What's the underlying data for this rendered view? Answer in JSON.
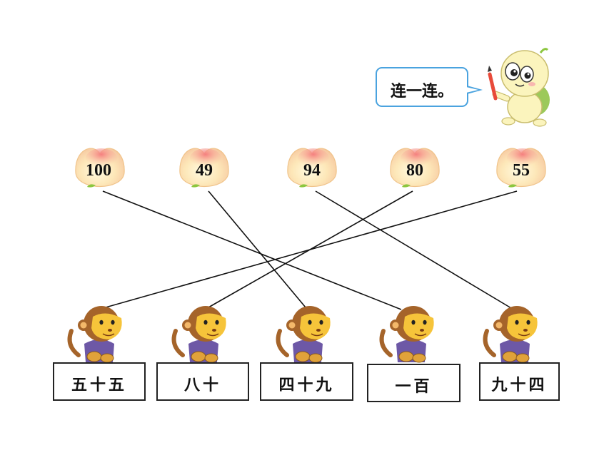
{
  "instruction": "连一连。",
  "peaches": [
    {
      "label": "100"
    },
    {
      "label": "49"
    },
    {
      "label": "94"
    },
    {
      "label": "80"
    },
    {
      "label": "55"
    }
  ],
  "words": [
    {
      "label": "五十五"
    },
    {
      "label": "八十"
    },
    {
      "label": "四十九"
    },
    {
      "label": "一百"
    },
    {
      "label": "九十四"
    }
  ],
  "connections": [
    {
      "peach": "100",
      "word": "一百"
    },
    {
      "peach": "49",
      "word": "四十九"
    },
    {
      "peach": "94",
      "word": "九十四"
    },
    {
      "peach": "80",
      "word": "八十"
    },
    {
      "peach": "55",
      "word": "五十五"
    }
  ],
  "colors": {
    "line": "#111111",
    "bubble_border": "#4aa3df",
    "peach_light": "#fff3c4",
    "peach_pink": "#f7a6a0",
    "leaf": "#8cc63f",
    "monkey_fur": "#a5642a",
    "monkey_face": "#f6c43a",
    "monkey_shirt": "#6d58a6",
    "mascot": "#fbf4bd"
  },
  "icons": [
    "turtle-mascot-icon",
    "pencil-icon",
    "peach-icon",
    "monkey-icon"
  ]
}
